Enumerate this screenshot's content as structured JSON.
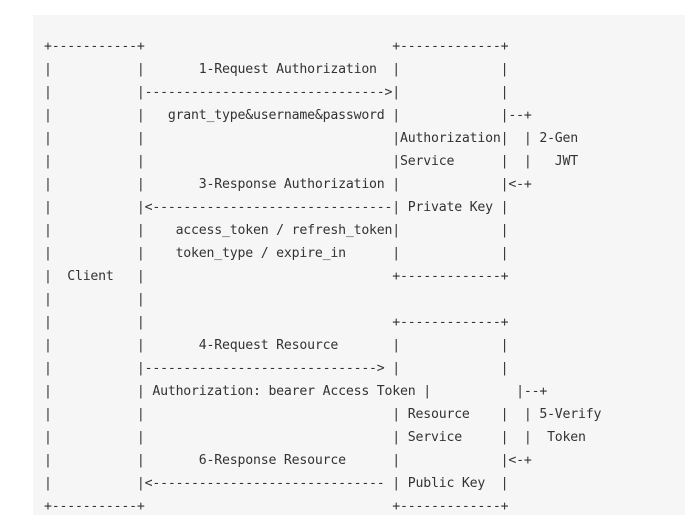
{
  "diagram": {
    "lines": [
      "+-----------+                                +-------------+",
      "|           |       1-Request Authorization  |             |",
      "|           |------------------------------->|             |",
      "|           |   grant_type&username&password |             |--+",
      "|           |                                |Authorization|  | 2-Gen",
      "|           |                                |Service      |  |   JWT",
      "|           |       3-Response Authorization |             |<-+",
      "|           |<-------------------------------| Private Key |",
      "|           |    access_token / refresh_token|             |",
      "|           |    token_type / expire_in      |             |",
      "|  Client   |                                +-------------+",
      "|           |",
      "|           |                                +-------------+",
      "|           |       4-Request Resource       |             |",
      "|           |------------------------------> |             |",
      "|           | Authorization: bearer Access Token |           |--+",
      "|           |                                | Resource    |  | 5-Verify",
      "|           |                                | Service     |  |  Token",
      "|           |       6-Response Resource      |             |<-+",
      "|           |<------------------------------ | Public Key  |",
      "+-----------+                                +-------------+"
    ]
  }
}
